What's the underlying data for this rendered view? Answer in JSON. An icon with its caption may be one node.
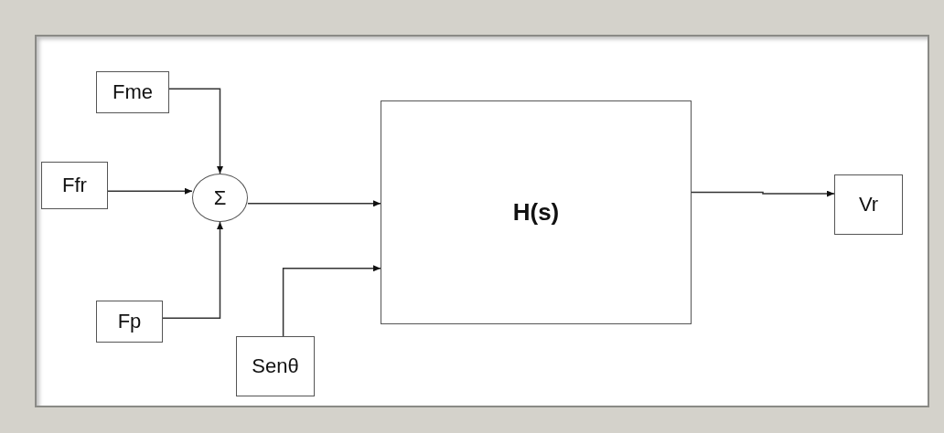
{
  "diagram": {
    "nodes": [
      {
        "text": [
          "Fme"
        ]
      },
      {
        "text": [
          "Ffr"
        ]
      },
      {
        "text": [
          "Σ"
        ]
      },
      {
        "text": [
          "H(s)"
        ]
      },
      {
        "text": [
          "Vr"
        ]
      },
      {
        "text": [
          "Fp"
        ]
      },
      {
        "text": [
          "Senθ"
        ]
      }
    ],
    "edges": [
      {
        "from": 0,
        "to": 2,
        "arrow": "to"
      },
      {
        "from": 1,
        "to": 2,
        "arrow": "to"
      },
      {
        "from": 5,
        "to": 2,
        "arrow": "to"
      },
      {
        "from": 2,
        "to": 3,
        "arrow": "to"
      },
      {
        "from": 6,
        "to": 3,
        "arrow": "to"
      },
      {
        "from": 3,
        "to": 4,
        "arrow": "to"
      }
    ]
  }
}
